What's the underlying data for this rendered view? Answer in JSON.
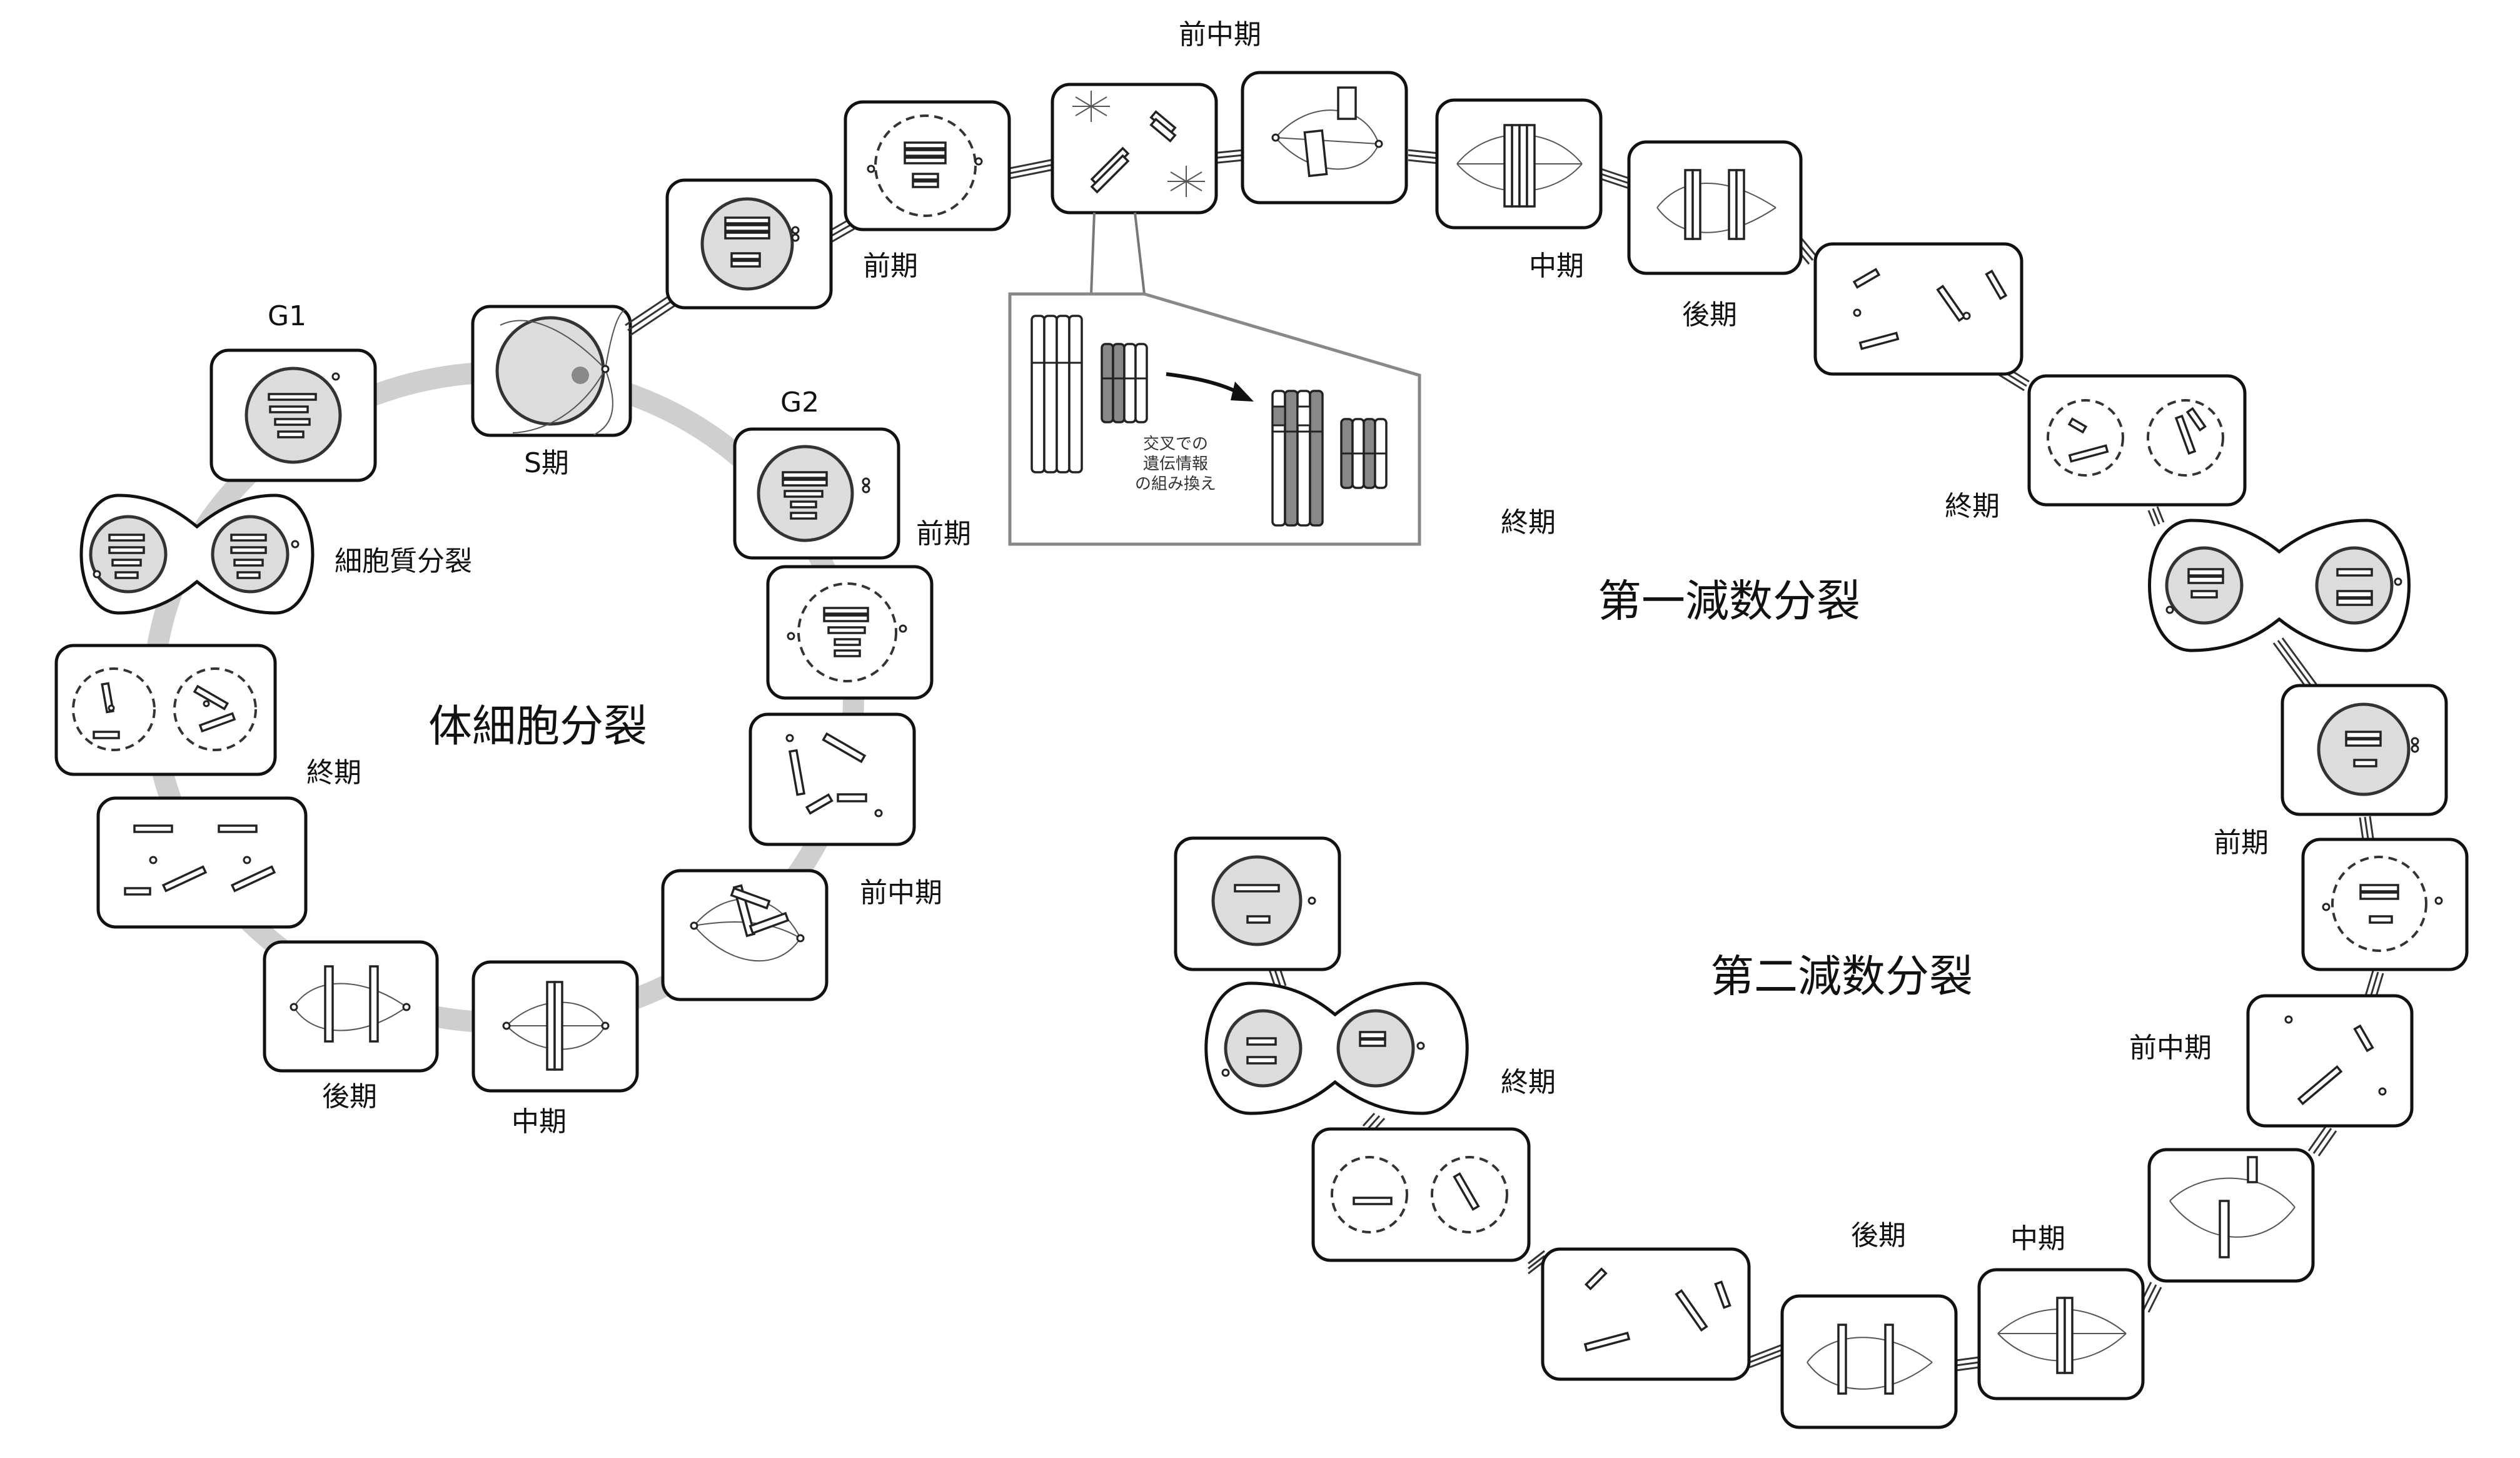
{
  "titles": {
    "mitosis": "体細胞分裂",
    "meiosis1": "第一減数分裂",
    "meiosis2": "第二減数分裂"
  },
  "mitosis_labels": {
    "g1": "G1",
    "s": "S期",
    "g2": "G2",
    "prophase": "前期",
    "prometaphase": "前中期",
    "metaphase": "中期",
    "anaphase": "後期",
    "telophase": "終期",
    "cytokinesis": "細胞質分裂"
  },
  "meiosis1_labels": {
    "prophase": "前期",
    "prometaphase": "前中期",
    "metaphase": "中期",
    "anaphase": "後期",
    "telophase_a": "終期",
    "telophase_b": "終期"
  },
  "meiosis2_labels": {
    "prophase": "前期",
    "prometaphase": "前中期",
    "metaphase": "中期",
    "anaphase": "後期",
    "telophase": "終期"
  },
  "crossover_caption": [
    "交叉での",
    "遺伝情報",
    "の組み換え"
  ]
}
